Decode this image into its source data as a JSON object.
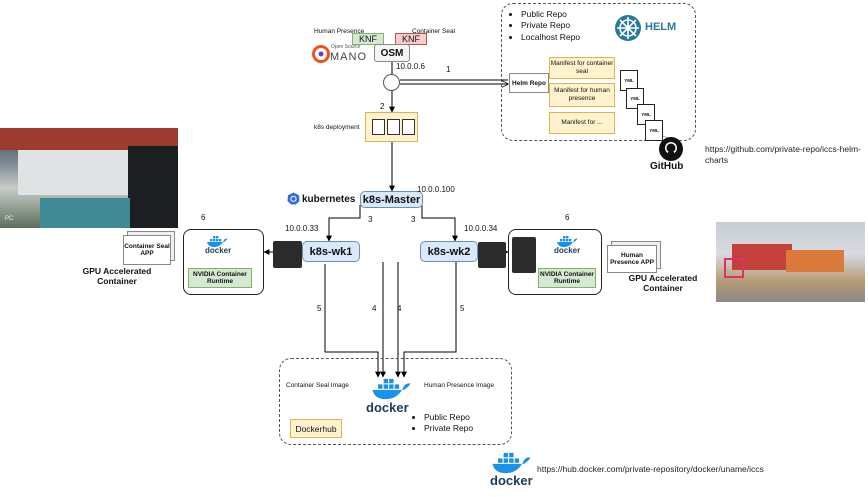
{
  "osm": {
    "human_presence_label": "Human Presence",
    "container_seal_label": "Container Seal",
    "knf1": "KNF",
    "knf2": "KNF",
    "logo_small": "Open Source",
    "logo_big": "MANO",
    "box_label": "OSM",
    "ip": "10.0.0.6"
  },
  "helm": {
    "repos": [
      "Public Repo",
      "Private Repo",
      "Localhost Repo"
    ],
    "logo_text": "HELM",
    "helm_repo_label": "Helm Repo",
    "manifests": [
      "Manifest for container seal",
      "Manifest for human presence",
      "Manifest for ..."
    ],
    "file_ext": "YML"
  },
  "github": {
    "logo_text": "GitHub",
    "url": "https://github.com/private-repo/iccs-helm-charts"
  },
  "arrows": {
    "a1": "1",
    "a2": "2",
    "a3l": "3",
    "a3r": "3",
    "a4l": "4",
    "a4r": "4",
    "a5l": "5",
    "a5r": "5",
    "a6l": "6",
    "a6r": "6"
  },
  "k8s": {
    "deployment_label": "k8s deployment",
    "logo_text": "kubernetes",
    "master": "k8s-Master",
    "master_ip": "10.0.0.100",
    "wk1": "k8s-wk1",
    "wk1_ip": "10.0.0.33",
    "wk2": "k8s-wk2",
    "wk2_ip": "10.0.0.34"
  },
  "left": {
    "app": "Container Seal APP",
    "docker": "docker",
    "runtime": "NVIDIA Container Runtime",
    "gpu_label": "GPU Accelerated Container",
    "photo_tag": "PC"
  },
  "right": {
    "app": "Human Presence APP",
    "docker": "docker",
    "runtime": "NVIDIA Container Runtime",
    "gpu_label": "GPU Accelerated Container"
  },
  "dockerhub": {
    "seal_image": "Container Seal Image",
    "human_image": "Human Presence Image",
    "logo_text": "docker",
    "repos": [
      "Public Repo",
      "Private Repo"
    ],
    "label": "Dockerhub",
    "bottom_logo": "docker",
    "url": "https://hub.docker.com/private-repository/docker/uname/iccs"
  },
  "colors": {
    "node_fill": "#dae8fc",
    "node_stroke": "#6c8ebf",
    "knf_green": "#d5e8d4",
    "knf_red": "#f8cecc",
    "manifest_fill": "#fff2cc",
    "docker_blue": "#1d91e6",
    "k8s_blue": "#326ce5",
    "mano_orange": "#e95420"
  }
}
